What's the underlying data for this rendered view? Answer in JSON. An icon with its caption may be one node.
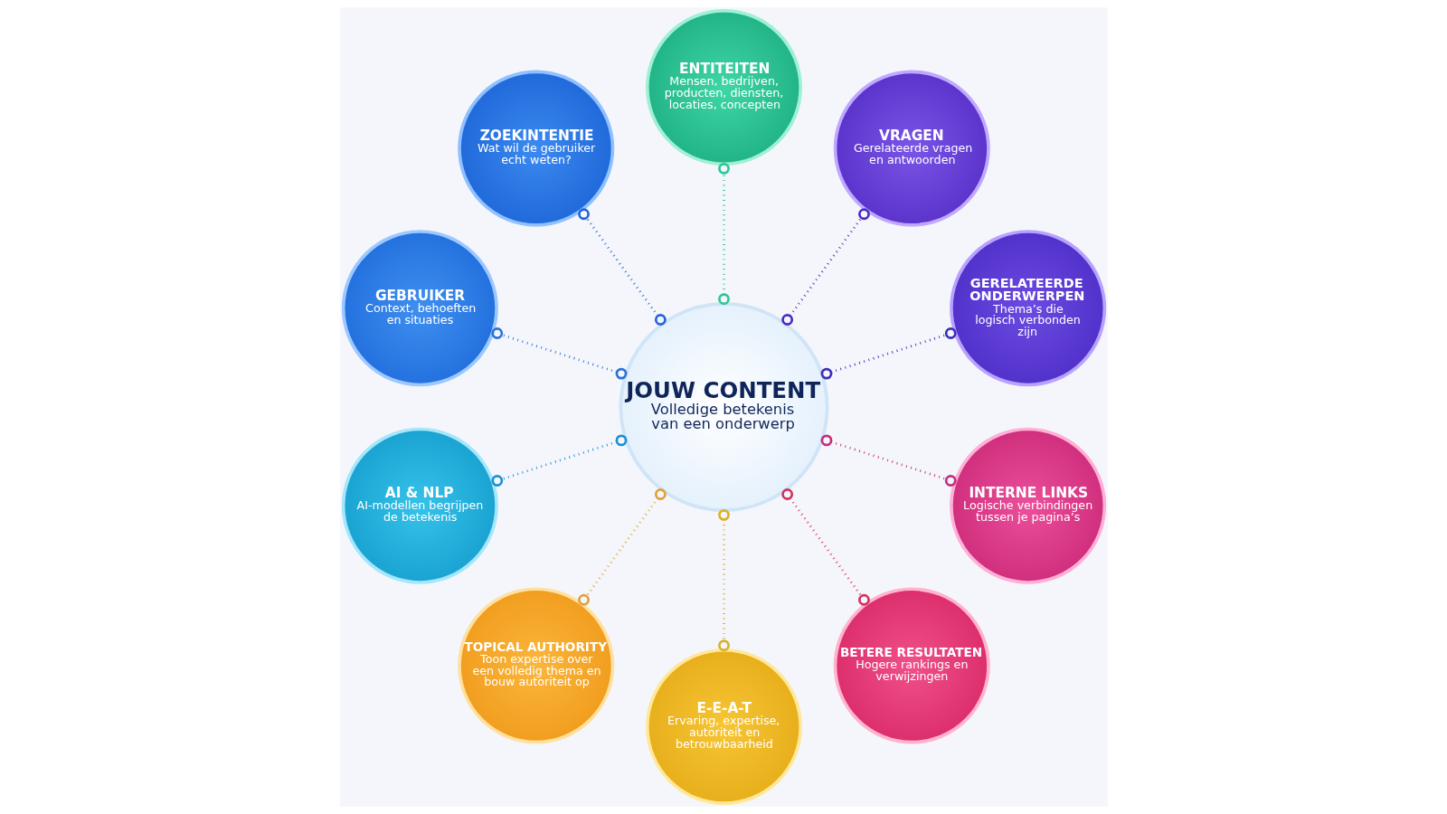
{
  "diagram": {
    "nodes": [
      {
        "text": [
          "ZOEKINTENTIE",
          "Wat wil de gebruiker echt weten?"
        ]
      },
      {
        "text": [
          "ENTITEITEN",
          "Mensen, bedrijven, producten, diensten, locaties, concepten"
        ]
      },
      {
        "text": [
          "VRAGEN",
          "Gerelateerde vragen en antwoorden"
        ]
      },
      {
        "text": [
          "GEBRUIKER",
          "Context, behoeften en situaties"
        ]
      },
      {
        "text": [
          "JOUW CONTENT",
          "Volledige betekenis van een onderwerp"
        ]
      },
      {
        "text": [
          "GERELATEERDE ONDERWERPEN",
          "Thema’s die logisch verbonden zijn"
        ]
      },
      {
        "text": [
          "AI & NLP",
          "AI-modellen begrijpen de betekenis"
        ]
      },
      {
        "text": [
          "INTERNE LINKS",
          "Logische verbindingen tussen je pagina’s"
        ]
      },
      {
        "text": [
          "TOPICAL AUTHORITY",
          "Toon expertise over een volledig thema en bouw autoriteit op"
        ]
      },
      {
        "text": [
          "E-E-A-T",
          "Ervaring, expertise, autoriteit en betrouwbaarheid"
        ]
      },
      {
        "text": [
          "BETERE RESULTATEN",
          "Hogere rankings en verwijzingen"
        ]
      }
    ],
    "edges": [
      {
        "from": 4,
        "to": 1,
        "arrow": "other",
        "style": "dashed",
        "color": "#2fc79a"
      },
      {
        "from": 4,
        "to": 2,
        "arrow": "other",
        "style": "dashed",
        "color": "#4b2bc4"
      },
      {
        "from": 4,
        "to": 5,
        "arrow": "other",
        "style": "dashed",
        "color": "#3d2fb8"
      },
      {
        "from": 4,
        "to": 7,
        "arrow": "other",
        "style": "dashed",
        "color": "#c42d7d"
      },
      {
        "from": 4,
        "to": 10,
        "arrow": "other",
        "style": "dashed",
        "color": "#d2335e"
      },
      {
        "from": 4,
        "to": 9,
        "arrow": "other",
        "style": "dashed",
        "color": "#d9b12a"
      },
      {
        "from": 4,
        "to": 8,
        "arrow": "other",
        "style": "dashed",
        "color": "#e0a23a"
      },
      {
        "from": 4,
        "to": 6,
        "arrow": "other",
        "style": "dashed",
        "color": "#1c8fd6"
      },
      {
        "from": 4,
        "to": 3,
        "arrow": "other",
        "style": "dashed",
        "color": "#2a72db"
      },
      {
        "from": 4,
        "to": 0,
        "arrow": "other",
        "style": "dashed",
        "color": "#2563d9"
      }
    ]
  }
}
